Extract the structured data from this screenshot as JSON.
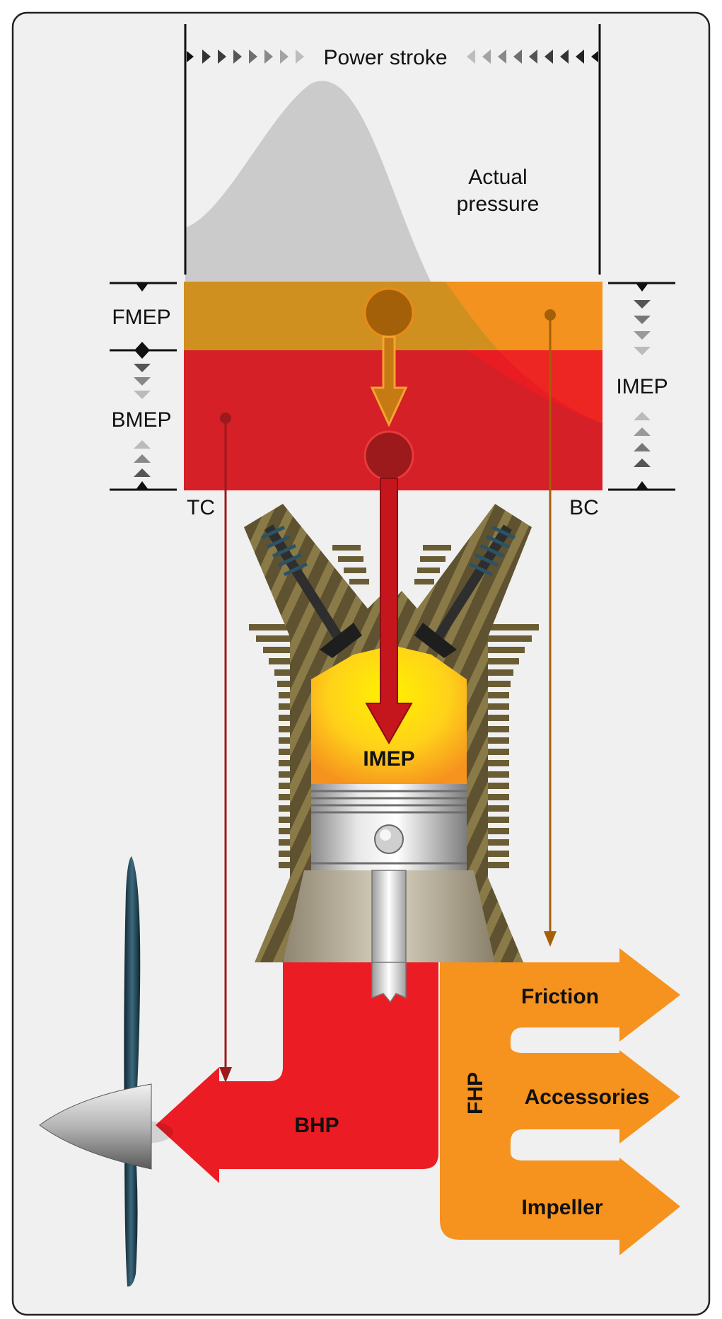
{
  "labels": {
    "power_stroke": "Power stroke",
    "actual_pressure_line1": "Actual",
    "actual_pressure_line2": "pressure",
    "fmep": "FMEP",
    "bmep": "BMEP",
    "imep_side": "IMEP",
    "tc": "TC",
    "bc": "BC",
    "imep_cylinder": "IMEP",
    "bhp": "BHP",
    "fhp": "FHP",
    "friction": "Friction",
    "accessories": "Accessories",
    "impeller": "Impeller"
  },
  "colors": {
    "background": "#f0f0f0",
    "frame": "#222222",
    "fmep_band": "#d09020",
    "bmep_band": "#d42026",
    "pressure_curve": "#cbcbcb",
    "bhp_arrow": "#ec1c24",
    "fhp_arrow": "#f6921e",
    "cylinder_fins": "#5e5230",
    "combustion": "#ffe100",
    "propeller": "#1d3c4c"
  }
}
